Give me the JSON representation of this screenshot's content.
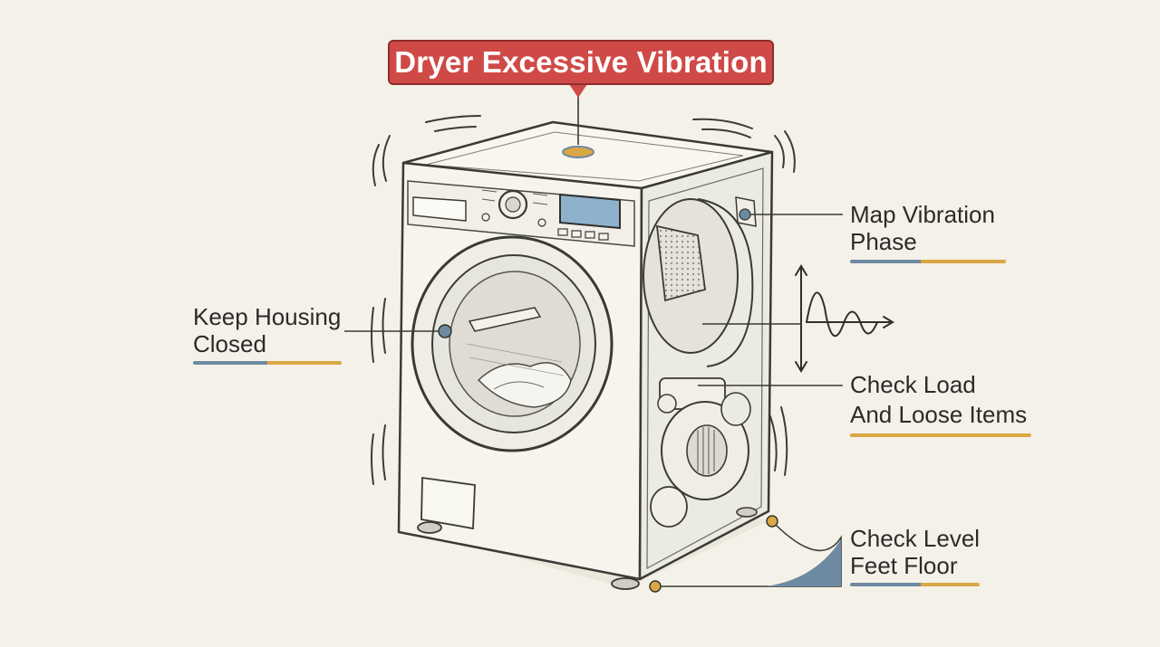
{
  "title": "Dryer Excessive Vibration",
  "callouts": {
    "map_vibration_phase": {
      "line1": "Map  Vibration",
      "line2": "Phase"
    },
    "keep_housing_closed": {
      "line1": "Keep Housing",
      "line2": "Closed"
    },
    "check_load": {
      "line1": "Check Load",
      "line2": "And Loose Items"
    },
    "check_level": {
      "line1": "Check Level",
      "line2": "Feet Floor"
    }
  },
  "colors": {
    "title_bg": "#cf4a47",
    "underline_blue": "#6e8aa3",
    "underline_gold": "#d9a745",
    "background": "#f4f1e8"
  },
  "icons": [
    "dryer-illustration",
    "vibration-wave-icon",
    "vertical-arrow-icon"
  ]
}
